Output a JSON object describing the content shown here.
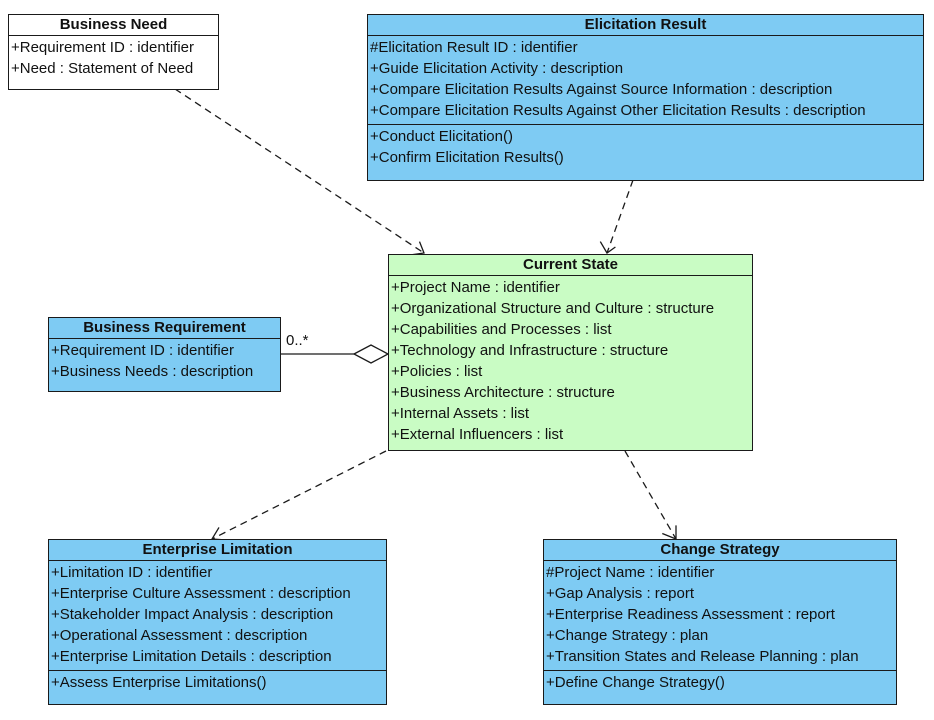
{
  "classes": {
    "business_need": {
      "name": "Business Need",
      "attributes": [
        "+Requirement ID : identifier",
        "+Need : Statement of Need"
      ]
    },
    "elicitation_result": {
      "name": "Elicitation Result",
      "attributes": [
        "#Elicitation Result ID : identifier",
        "+Guide Elicitation Activity : description",
        "+Compare Elicitation Results Against Source Information : description",
        "+Compare Elicitation Results Against Other Elicitation Results : description"
      ],
      "operations": [
        "+Conduct Elicitation()",
        "+Confirm Elicitation Results()"
      ]
    },
    "current_state": {
      "name": "Current State",
      "attributes": [
        "+Project Name : identifier",
        "+Organizational Structure and Culture : structure",
        "+Capabilities and Processes : list",
        "+Technology and Infrastructure : structure",
        "+Policies : list",
        "+Business Architecture : structure",
        "+Internal Assets : list",
        "+External Influencers : list"
      ]
    },
    "business_requirement": {
      "name": "Business Requirement",
      "attributes": [
        "+Requirement ID : identifier",
        "+Business Needs : description"
      ]
    },
    "enterprise_limitation": {
      "name": "Enterprise Limitation",
      "attributes": [
        "+Limitation ID : identifier",
        "+Enterprise Culture Assessment : description",
        "+Stakeholder Impact Analysis : description",
        "+Operational Assessment : description",
        "+Enterprise Limitation Details : description"
      ],
      "operations": [
        "+Assess Enterprise Limitations()"
      ]
    },
    "change_strategy": {
      "name": "Change Strategy",
      "attributes": [
        "#Project Name : identifier",
        "+Gap Analysis : report",
        "+Enterprise Readiness Assessment : report",
        "+Change Strategy : plan",
        "+Transition States and Release Planning : plan"
      ],
      "operations": [
        "+Define Change Strategy()"
      ]
    }
  },
  "relations": {
    "aggregation_multiplicity": "0..*"
  },
  "colors": {
    "class_blue": "#7ecbf3",
    "class_green": "#c9fcc4",
    "class_white": "#ffffff",
    "line": "#1a1a1a"
  }
}
